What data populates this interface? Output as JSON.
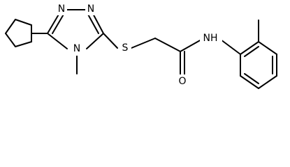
{
  "molecule": {
    "atoms": {
      "n1": "N",
      "n2": "N",
      "n4": "N",
      "s": "S",
      "nh": "NH",
      "o": "O"
    }
  }
}
